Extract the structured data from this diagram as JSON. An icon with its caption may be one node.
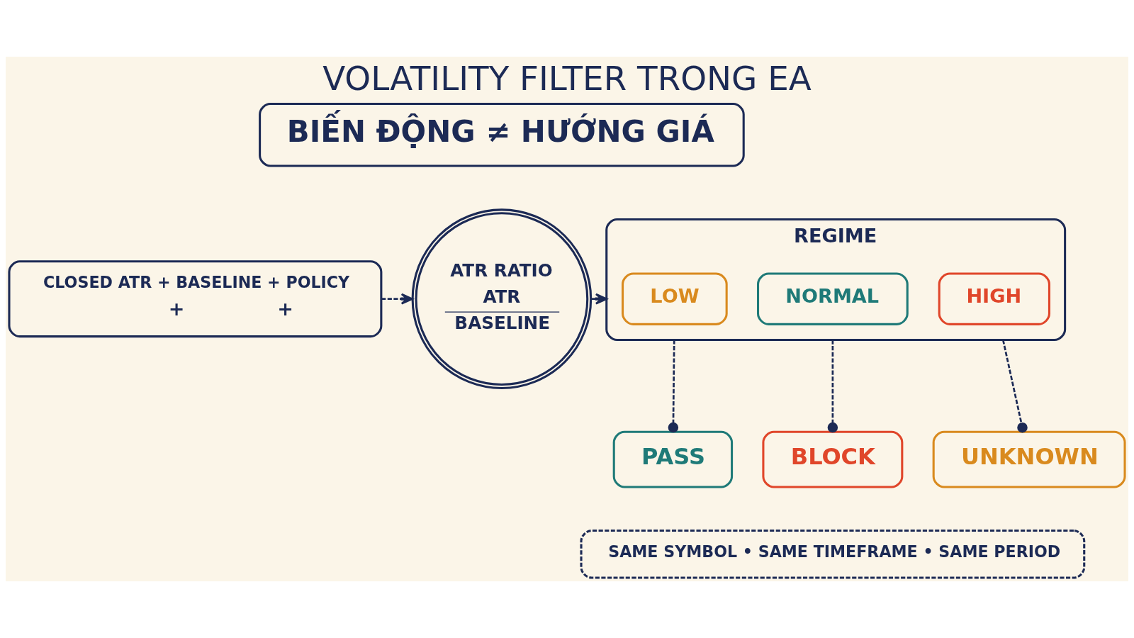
{
  "diagram": {
    "title": "VOLATILITY FILTER TRONG EA",
    "nodes": [
      {
        "text": [
          "BIẾN ĐỘNG ≠ HƯỚNG GIÁ"
        ]
      },
      {
        "text": [
          "CLOSED ATR + BASELINE + POLICY",
          "+",
          "+"
        ]
      },
      {
        "text": [
          "ATR RATIO",
          "ATR",
          "BASELINE"
        ]
      },
      {
        "text": [
          "REGIME"
        ]
      },
      {
        "text": [
          "LOW"
        ],
        "in": 3
      },
      {
        "text": [
          "NORMAL"
        ],
        "in": 3
      },
      {
        "text": [
          "HIGH"
        ],
        "in": 3
      },
      {
        "text": [
          "PASS"
        ]
      },
      {
        "text": [
          "BLOCK"
        ]
      },
      {
        "text": [
          "UNKNOWN"
        ]
      },
      {
        "text": [
          "SAME SYMBOL • SAME TIMEFRAME • SAME PERIOD"
        ]
      }
    ],
    "edges": [
      {
        "from": 1,
        "to": 2,
        "arrow": "to",
        "style": "dashed"
      },
      {
        "from": 2,
        "to": 3,
        "arrow": "to",
        "style": "dashed"
      },
      {
        "from": 3,
        "to": 7,
        "arrow": "other",
        "style": "dashed"
      },
      {
        "from": 3,
        "to": 8,
        "arrow": "other",
        "style": "dashed"
      },
      {
        "from": 3,
        "to": 9,
        "arrow": "other",
        "style": "dashed"
      }
    ]
  }
}
